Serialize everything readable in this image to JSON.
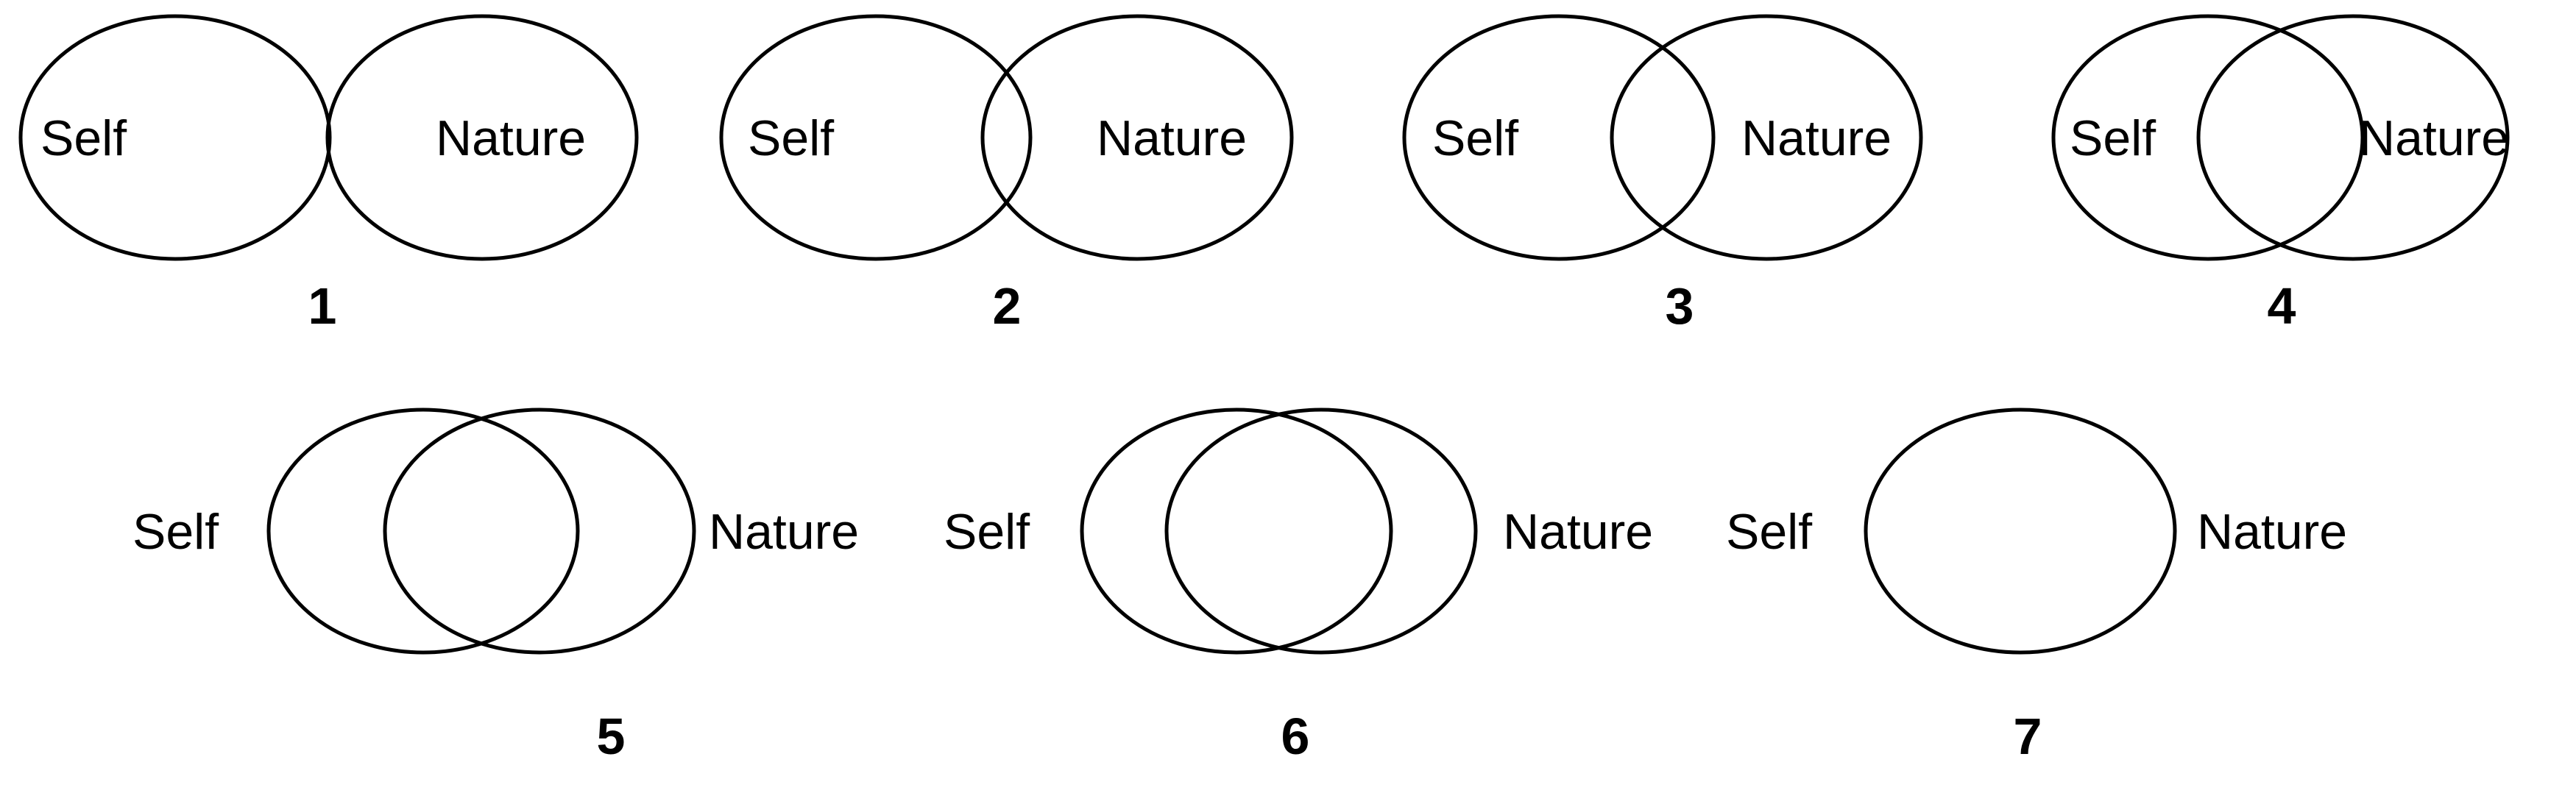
{
  "diagram": {
    "self_label": "Self",
    "nature_label": "Nature",
    "stroke_color": "#000000",
    "background_color": "#ffffff",
    "options": [
      {
        "number": "1",
        "overlap": "none"
      },
      {
        "number": "2",
        "overlap": "slight"
      },
      {
        "number": "3",
        "overlap": "small"
      },
      {
        "number": "4",
        "overlap": "moderate"
      },
      {
        "number": "5",
        "overlap": "strong"
      },
      {
        "number": "6",
        "overlap": "very-strong"
      },
      {
        "number": "7",
        "overlap": "complete"
      }
    ]
  }
}
